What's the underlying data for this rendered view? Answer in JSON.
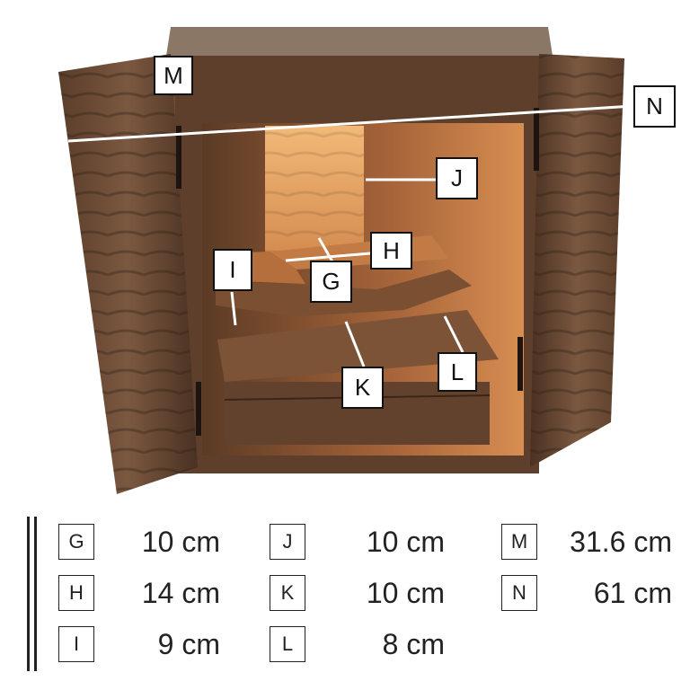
{
  "callouts": [
    "M",
    "N",
    "J",
    "H",
    "I",
    "G",
    "K",
    "L"
  ],
  "legend": [
    {
      "key": "G",
      "value": "10 cm"
    },
    {
      "key": "H",
      "value": "14 cm"
    },
    {
      "key": "I",
      "value": "9 cm"
    },
    {
      "key": "J",
      "value": "10 cm"
    },
    {
      "key": "K",
      "value": "10 cm"
    },
    {
      "key": "L",
      "value": "8 cm"
    },
    {
      "key": "M",
      "value": "31.6 cm"
    },
    {
      "key": "N",
      "value": "61 cm"
    }
  ],
  "colors": {
    "walnut": "#6b4a33",
    "walnut_dark": "#3f2a1c",
    "interior_light": "#e3a567",
    "interior_mid": "#c8834a",
    "top_panel": "#8a7765"
  }
}
